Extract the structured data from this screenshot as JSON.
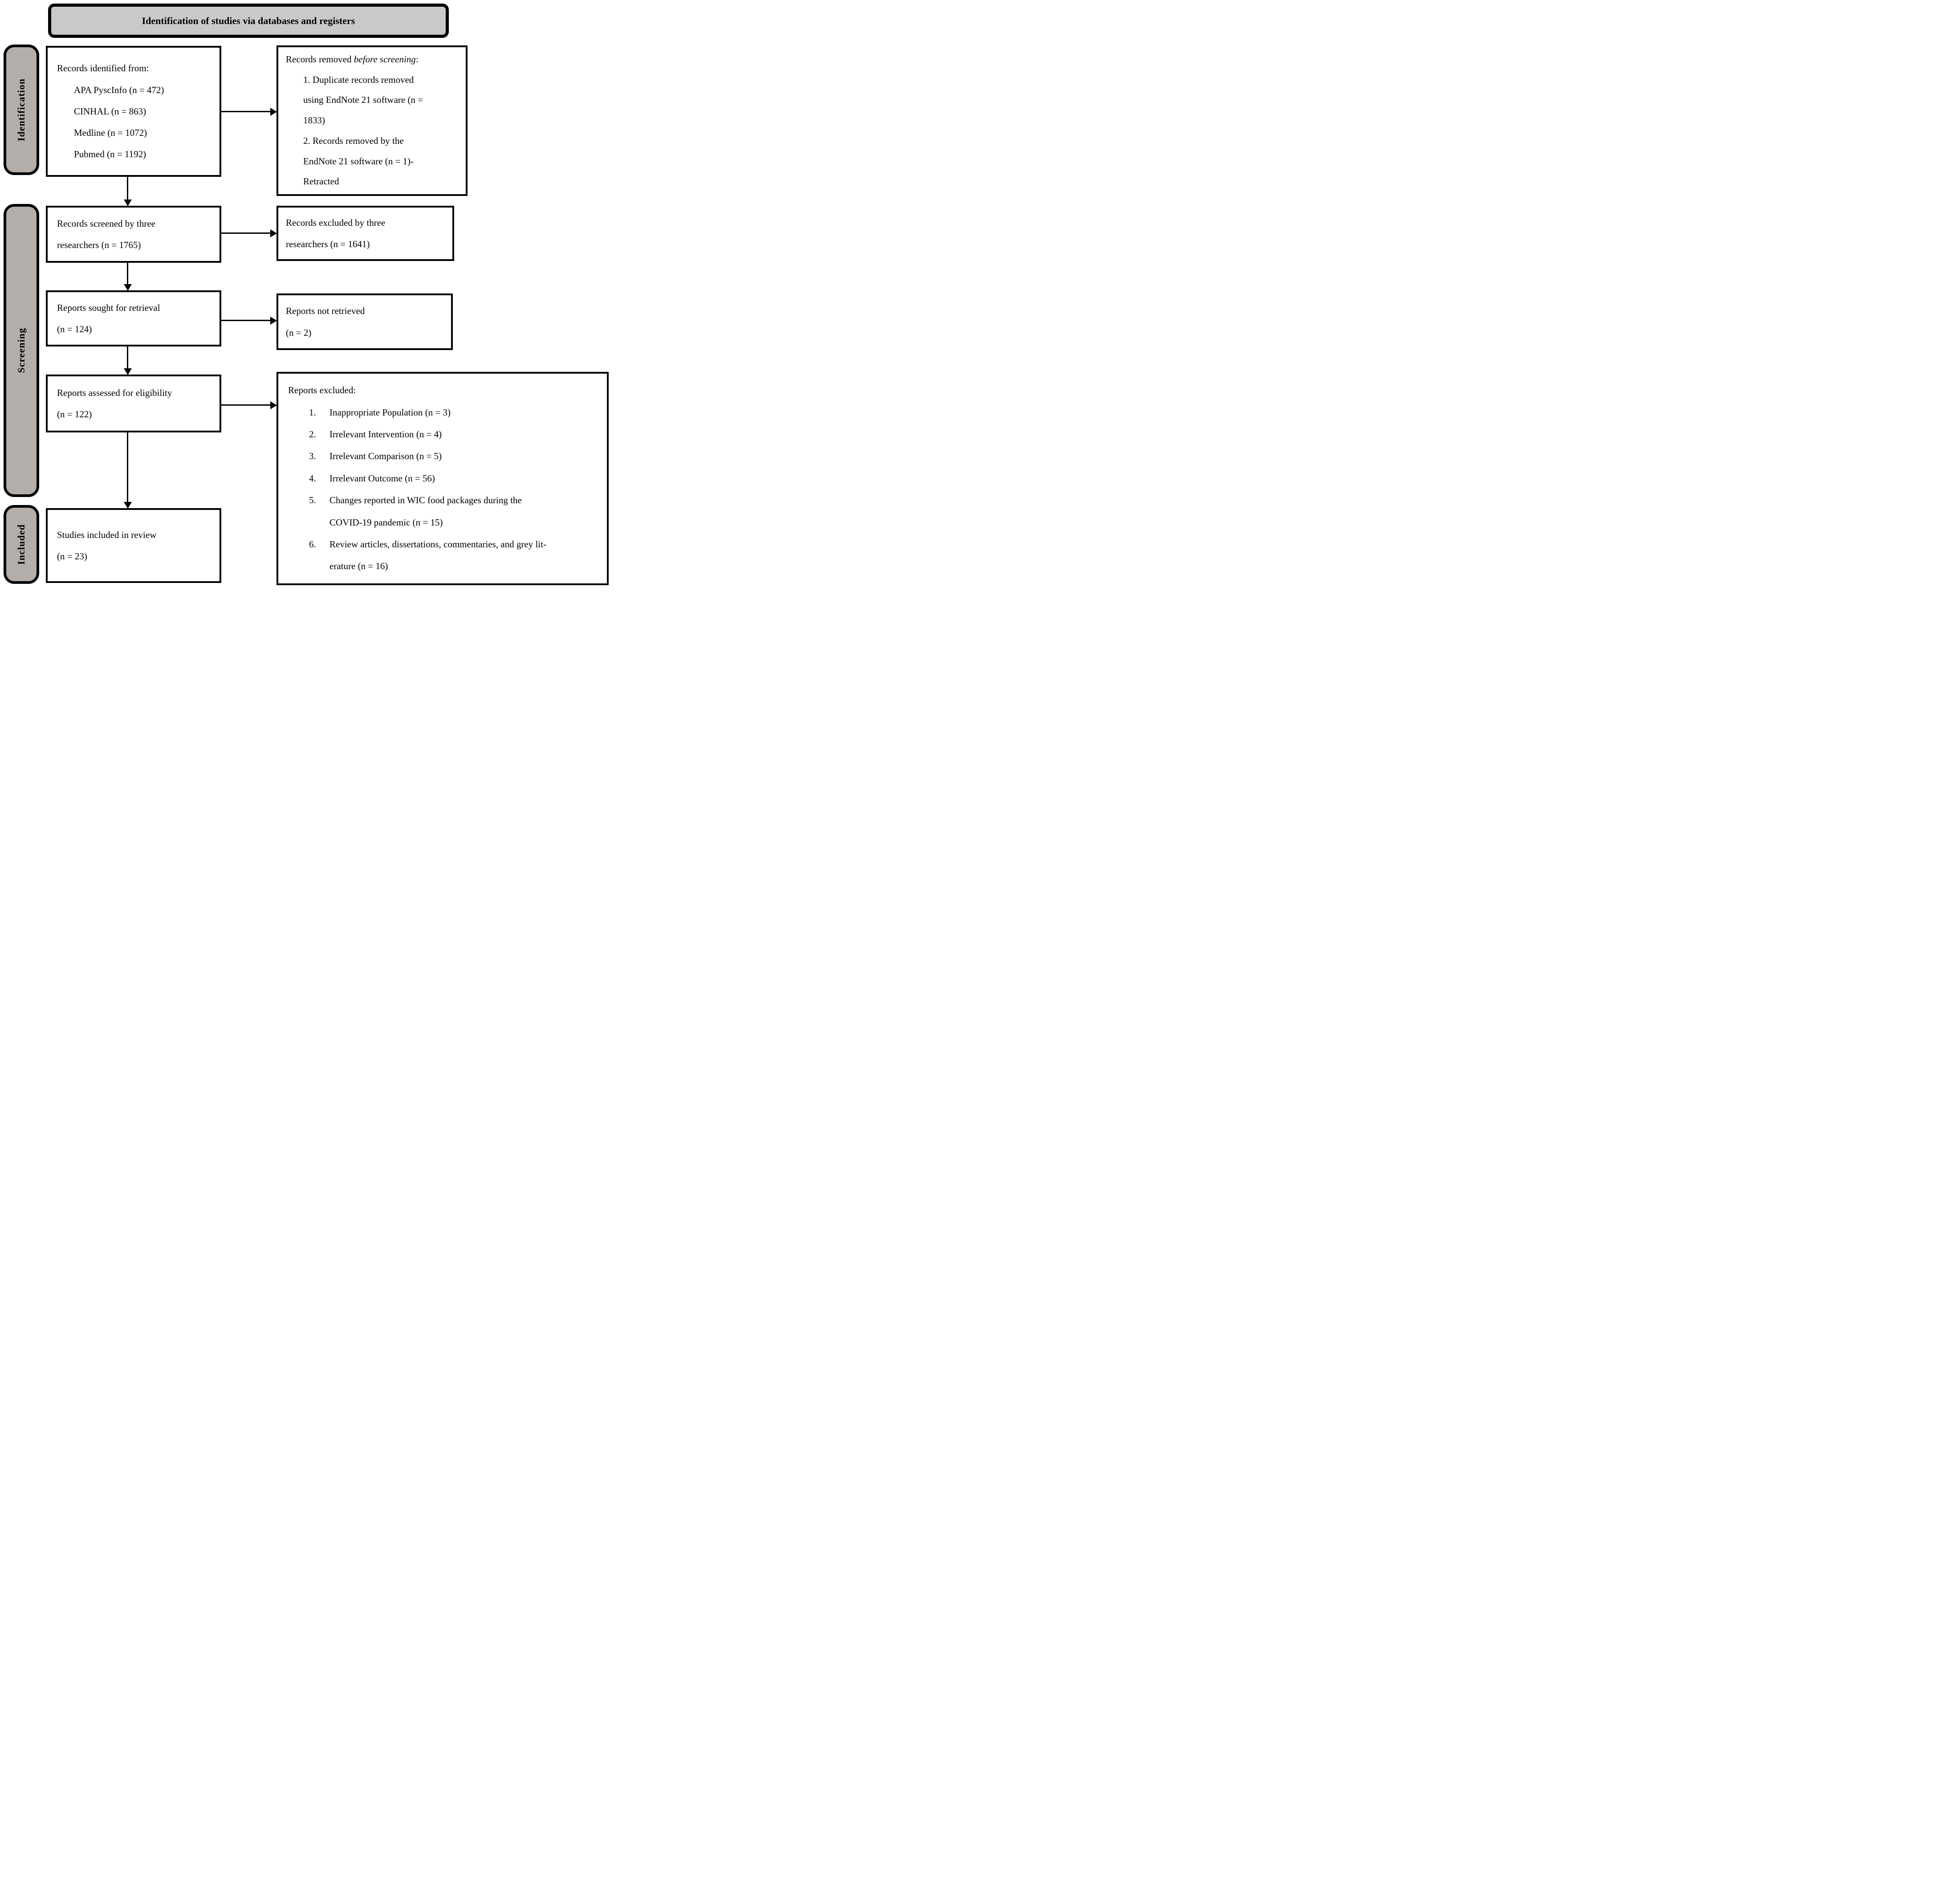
{
  "title": "Identification of studies via databases and registers",
  "colors": {
    "banner_fill": "#c9c9c9",
    "sidebar_fill": "#b3aeaa",
    "border": "#000000",
    "box_fill": "#ffffff"
  },
  "sidebar": {
    "identification": "Identification",
    "screening": "Screening",
    "included": "Included"
  },
  "boxes": {
    "records_identified": {
      "heading": "Records identified from:",
      "sources": [
        "APA PyscInfo (n = 472)",
        "CINHAL (n = 863)",
        "Medline (n = 1072)",
        "Pubmed (n = 1192)"
      ]
    },
    "records_removed": {
      "heading_prefix": "Records removed ",
      "heading_italic": "before screening",
      "heading_suffix": ":",
      "items": [
        "1. Duplicate records removed\nusing EndNote 21 software (n =\n1833)",
        "2. Records removed by the\nEndNote 21 software (n = 1)-\nRetracted"
      ]
    },
    "records_screened": {
      "text": "Records screened by three\nresearchers (n = 1765)"
    },
    "records_excluded": {
      "text": "Records excluded by three\nresearchers (n = 1641)"
    },
    "reports_sought": {
      "text": "Reports sought for retrieval\n(n = 124)"
    },
    "reports_not_retrieved": {
      "text": "Reports not retrieved\n(n = 2)"
    },
    "reports_assessed": {
      "text": "Reports assessed for eligibility\n(n = 122)"
    },
    "reports_excluded": {
      "heading": "Reports excluded:",
      "items": [
        {
          "num": "1.",
          "text": "Inappropriate Population (n = 3)"
        },
        {
          "num": "2.",
          "text": "Irrelevant Intervention (n = 4)"
        },
        {
          "num": "3.",
          "text": "Irrelevant Comparison (n = 5)"
        },
        {
          "num": "4.",
          "text": "Irrelevant Outcome (n = 56)"
        },
        {
          "num": "5.",
          "text": "Changes reported in WIC food packages during the\nCOVID-19 pandemic (n = 15)"
        },
        {
          "num": "6.",
          "text": "Review articles, dissertations, commentaries, and grey lit-\nerature (n = 16)"
        }
      ]
    },
    "studies_included": {
      "text": "Studies included in review\n(n = 23)"
    }
  }
}
